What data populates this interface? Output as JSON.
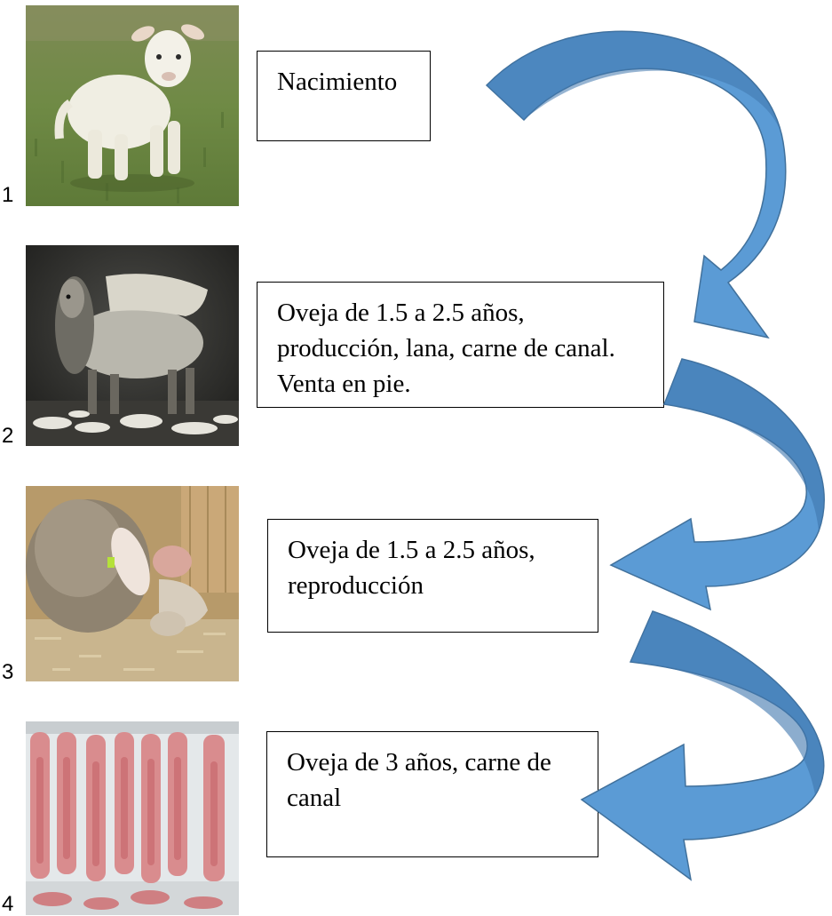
{
  "steps": [
    {
      "number": "1",
      "text": "Nacimiento",
      "photo": "lamb-in-grass"
    },
    {
      "number": "2",
      "text": "Oveja de 1.5 a 2.5 años, producción, lana,  carne de canal. Venta en pie.",
      "photo": "sheared-sheep"
    },
    {
      "number": "3",
      "text": "Oveja de 1.5 a 2.5 años, reproducción",
      "photo": "ewe-with-newborn-lamb"
    },
    {
      "number": "4",
      "text": "Oveja de 3 años, carne de canal",
      "photo": "hanging-carcasses"
    }
  ],
  "colors": {
    "arrow_fill": "#5b9bd5",
    "arrow_stroke": "#41719c",
    "arrow_shade": "#3f77ad",
    "box_border": "#000000"
  }
}
